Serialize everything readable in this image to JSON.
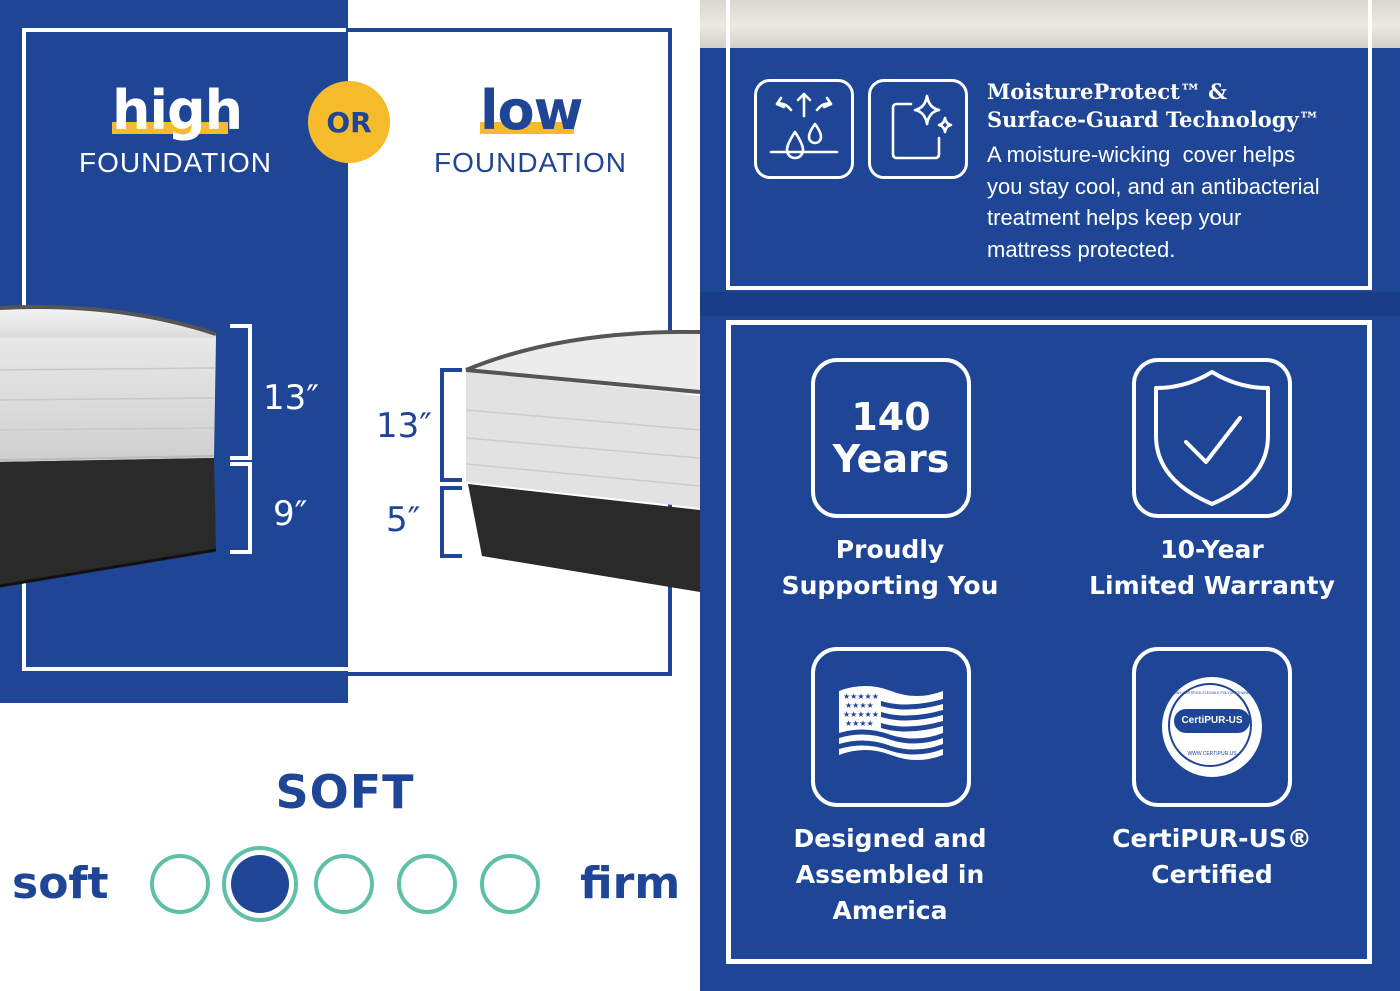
{
  "foundation": {
    "high_word": "high",
    "high_label": "FOUNDATION",
    "or_label": "OR",
    "low_word": "low",
    "low_label": "FOUNDATION",
    "high_mattress_height": "13″",
    "high_base_height": "9″",
    "low_mattress_height": "13″",
    "low_base_height": "5″"
  },
  "firmness": {
    "title": "SOFT",
    "left_label": "soft",
    "right_label": "firm",
    "scale_points": 5,
    "selected_index": 1
  },
  "moisture": {
    "title_line1": "MoistureProtect™ &",
    "title_line2": "Surface-Guard Technology™",
    "body_line1": "A moisture-wicking  cover helps",
    "body_line2": "you stay cool, and an antibacterial",
    "body_line3": "treatment helps keep your",
    "body_line4": "mattress protected.",
    "icons": [
      "moisture-wicking-icon",
      "antibacterial-sparkle-icon"
    ]
  },
  "features": [
    {
      "icon": "years-badge-icon",
      "badge_line1": "140",
      "badge_line2": "Years",
      "caption_line1": "Proudly",
      "caption_line2": "Supporting You"
    },
    {
      "icon": "shield-check-icon",
      "caption_line1": "10-Year",
      "caption_line2": "Limited Warranty"
    },
    {
      "icon": "american-flag-icon",
      "caption_line1": "Designed and",
      "caption_line2": "Assembled in",
      "caption_line3": "America"
    },
    {
      "icon": "certipur-seal-icon",
      "seal_text": "CertiPUR-US",
      "seal_ring_text": "CONTAINS CERTIFIED FLEXIBLE POLYURETHANE FOAM",
      "seal_url": "WWW.CERTIPUR.US",
      "caption_line1": "CertiPUR-US®",
      "caption_line2": "Certified"
    }
  ],
  "colors": {
    "brand_blue": "#1f4596",
    "accent_yellow": "#f6bb2b",
    "scale_teal": "#5fc0a6"
  }
}
